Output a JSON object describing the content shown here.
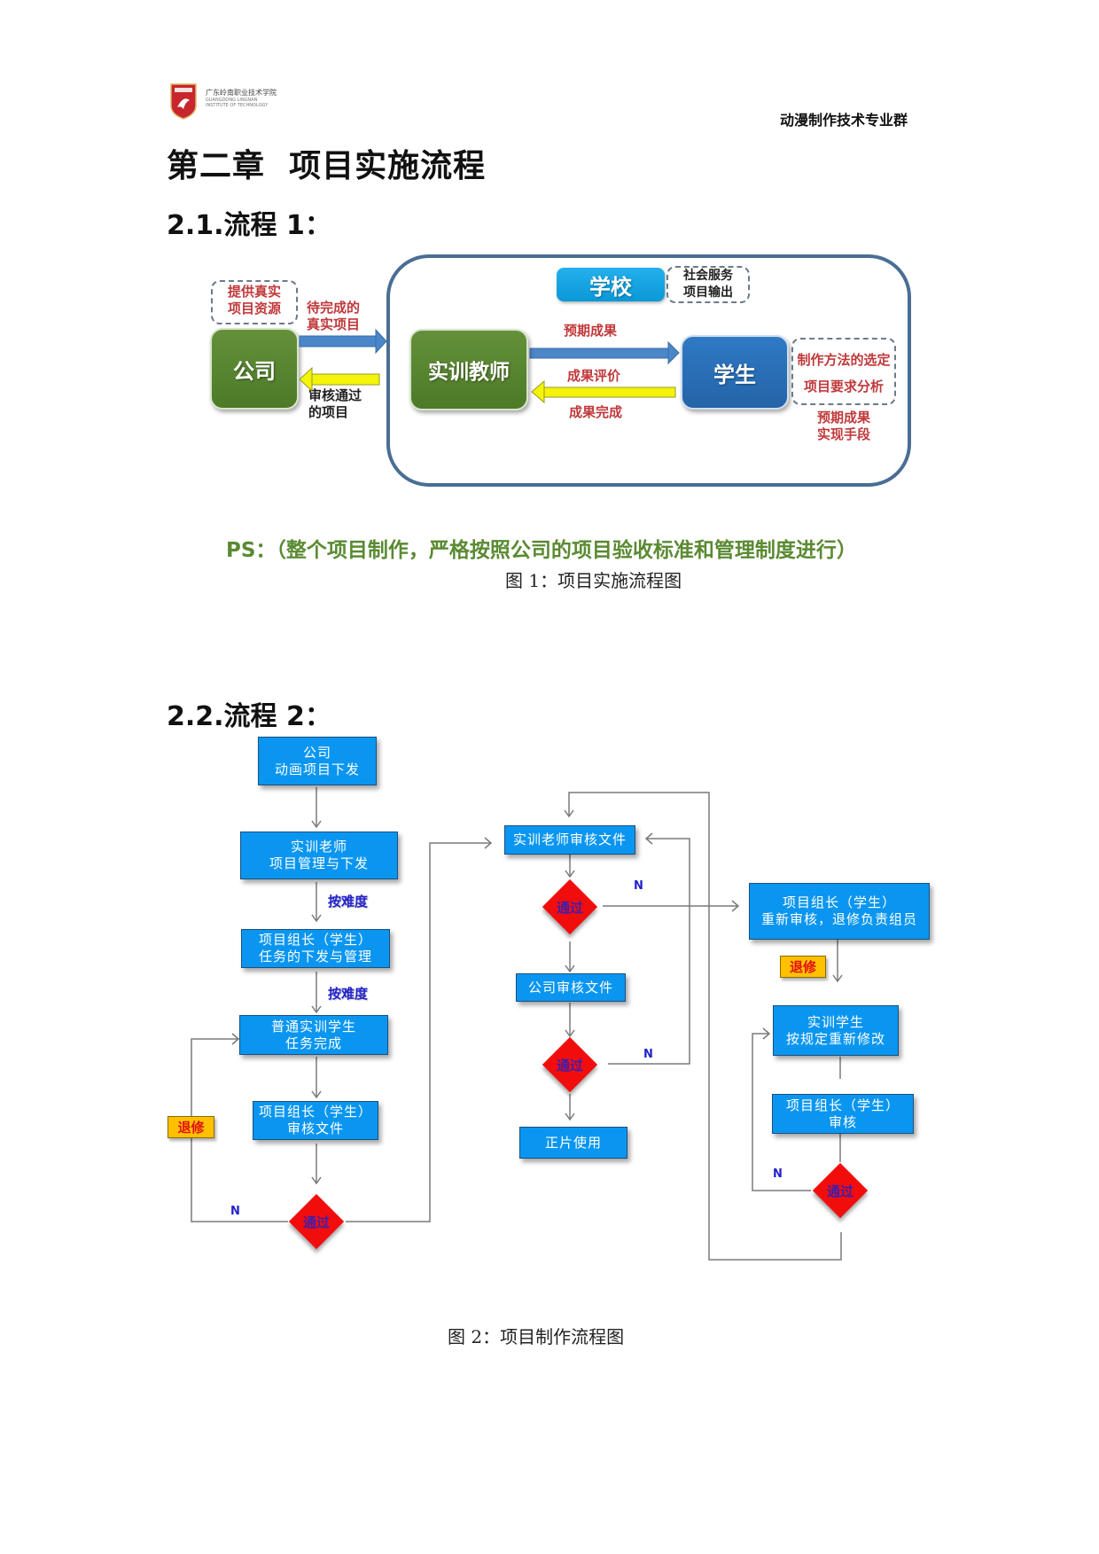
{
  "header": {
    "logo_cn": "广东岭南职业技术学院",
    "logo_en": "GUANGDONG LINGNAN\nINSTITUTE OF TECHNOLOGY",
    "right_text": "动漫制作技术专业群"
  },
  "chapter_title": "第二章  项目实施流程",
  "section1": {
    "heading": "2.1.流程 1：",
    "diagram": {
      "company": "公司",
      "company_note": "提供真实\n项目资源",
      "arrow_to_teacher_label": "待完成的\n真实项目",
      "arrow_to_company_label": "审核通过\n的项目",
      "teacher": "实训教师",
      "school": "学校",
      "school_note": "社会服务\n项目输出",
      "arrow_to_student_label": "预期成果",
      "arrow_back_label_top": "成果评价",
      "arrow_back_label_bottom": "成果完成",
      "student": "学生",
      "student_note_1": "制作方法的选定",
      "student_note_2": "项目要求分析",
      "student_note_bottom": "预期成果\n实现手段"
    },
    "ps_note": "PS：（整个项目制作，严格按照公司的项目验收标准和管理制度进行）",
    "caption": "图 1：项目实施流程图"
  },
  "section2": {
    "heading": "2.2.流程 2：",
    "flow": {
      "company_issue": "公司\n动画项目下发",
      "teacher_manage": "实训老师\n项目管理与下发",
      "by_difficulty_1": "按难度",
      "leader_manage": "项目组长（学生）\n任务的下发与管理",
      "by_difficulty_2": "按难度",
      "student_complete": "普通实训学生\n任务完成",
      "leader_review": "项目组长（学生）\n审核文件",
      "rework_1": "退修",
      "decision_1": "通过",
      "n_1": "N",
      "teacher_review": "实训老师审核文件",
      "decision_2": "通过",
      "n_2": "N",
      "company_review": "公司审核文件",
      "decision_3": "通过",
      "n_3": "N",
      "final_use": "正片使用",
      "leader_rereview": "项目组长（学生）\n重新审核，退修负责组员",
      "rework_2": "退修",
      "student_revise": "实训学生\n按规定重新修改",
      "leader_check": "项目组长（学生）\n审核",
      "decision_4": "通过",
      "n_4": "N"
    },
    "caption": "图 2：项目制作流程图"
  }
}
